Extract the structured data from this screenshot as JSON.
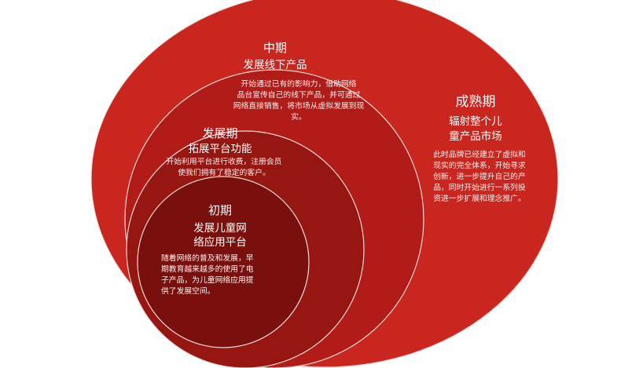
{
  "stages": {
    "outer": {
      "title": "成熟期",
      "subtitle": [
        "辐射整个儿",
        "童产品市场"
      ],
      "description": [
        "此时品牌已经建立了虚拟和",
        "现实的完全体系，开始寻求",
        "创新，进一步提升自己的产",
        "品，同时开始进行一系列投",
        "资进一步扩展和理念推广。"
      ],
      "color": "#c8261f"
    },
    "middle": {
      "title": "中期",
      "subtitle": "发展线下产品",
      "description": [
        "开始通过已有的影响力，借助网络",
        "品台宣传自己的线下产品，并可通过",
        "网络直接销售，将市场从虚拟发展到现",
        "实。"
      ],
      "color": "#b11c18"
    },
    "development": {
      "title": "发展期",
      "subtitle": "拓展平台功能",
      "description": [
        "开始利用平台进行收费，注册会员",
        "使我们拥有了稳定的客户。"
      ],
      "color": "#961612"
    },
    "initial": {
      "title": "初期",
      "subtitle": [
        "发展儿童网",
        "络应用平台"
      ],
      "description": [
        "随着网络的普及和发展，早",
        "期教育越来越多的使用了电",
        "子产品，为儿童网络应用提",
        "供了发展空间。"
      ],
      "color": "#7a100d"
    }
  },
  "ring_stroke": "#f3d9d6"
}
